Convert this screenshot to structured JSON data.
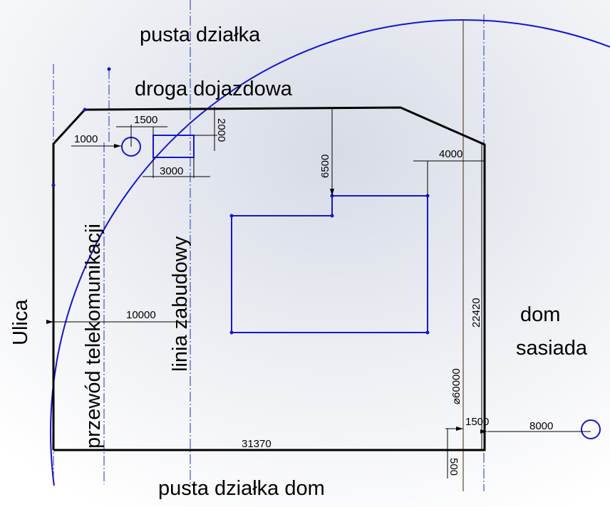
{
  "labels": {
    "top": "pusta działka",
    "road": "droga dojazdowa",
    "street": "Ulica",
    "telecom": "przewód telekomunikacji",
    "building_line": "linia zabudowy",
    "neighbor_1": "dom",
    "neighbor_2": "sasiada",
    "bottom": "pusta działka dom"
  },
  "dimensions": {
    "d1500_top": "1500",
    "d1000": "1000",
    "d2000": "2000",
    "d3000": "3000",
    "d6500": "6500",
    "d4000": "4000",
    "d10000": "10000",
    "d22420": "22420",
    "diameter": "⌀60000",
    "d1500_bottom": "1500",
    "d8000": "8000",
    "d31370": "31370",
    "d500": "500"
  },
  "colors": {
    "sketch": "#1515d0",
    "outline": "#000000"
  }
}
